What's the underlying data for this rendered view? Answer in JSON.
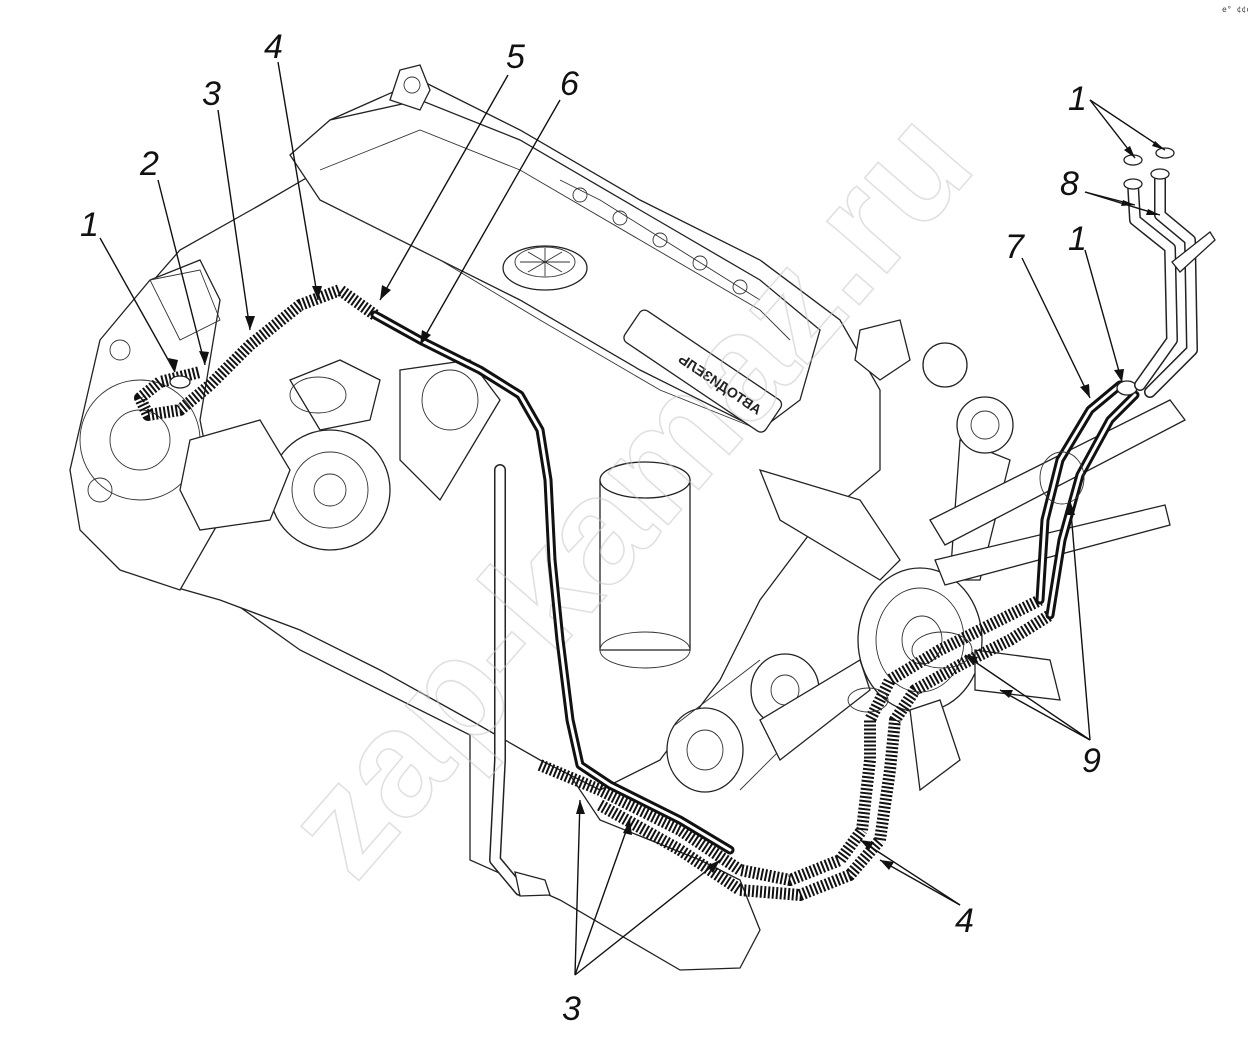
{
  "figure": {
    "corner_mark": "e° ¢¢¢",
    "watermark": "zap-kamaz.ru",
    "valve_cover_lettering": "АВТОДИЗЕЛЬ"
  },
  "callouts": [
    {
      "id": "c1-left",
      "label": "1"
    },
    {
      "id": "c2",
      "label": "2"
    },
    {
      "id": "c3-top",
      "label": "3"
    },
    {
      "id": "c4-top",
      "label": "4"
    },
    {
      "id": "c5",
      "label": "5"
    },
    {
      "id": "c6",
      "label": "6"
    },
    {
      "id": "c1-top-right",
      "label": "1"
    },
    {
      "id": "c8",
      "label": "8"
    },
    {
      "id": "c7",
      "label": "7"
    },
    {
      "id": "c1-right",
      "label": "1"
    },
    {
      "id": "c9",
      "label": "9"
    },
    {
      "id": "c4-bottom",
      "label": "4"
    },
    {
      "id": "c3-bottom",
      "label": "3"
    }
  ]
}
